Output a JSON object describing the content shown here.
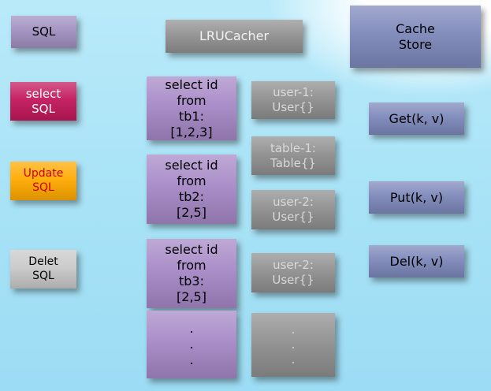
{
  "nodes": {
    "sql": "SQL",
    "lrucacher": "LRUCacher",
    "cache_store": "Cache\nStore",
    "select_sql": "select\nSQL",
    "update_sql": "Update\nSQL",
    "delete_sql": "Delet\nSQL",
    "query_tb1": "select id\nfrom\ntb1:\n[1,2,3]",
    "query_tb2": "select id\nfrom\ntb2:\n[2,5]",
    "query_tb3": "select id\nfrom\ntb3:\n[2,5]",
    "user_1": "user-1:\nUser{}",
    "table_1": "table-1:\nTable{}",
    "user_2": "user-2:\nUser{}",
    "user_2b": "user-2:\nUser{}",
    "get": "Get(k, v)",
    "put": "Put(k, v)",
    "del": "Del(k, v)",
    "ellipsis_purple": ".\n.\n.",
    "ellipsis_gray": ".\n.\n."
  },
  "colors": {
    "background_blue": "#a9e3f7",
    "lavender_box": "#a090c0",
    "magenta_box": "#c2185b",
    "orange_box": "#ffaa00",
    "silver_box": "#c9c9c9",
    "graydark_box": "#919191",
    "purple_box": "#a688c6",
    "gray_box": "#8f8f8f",
    "gray_box_text": "#d9d9d9",
    "blue_box": "#7d88ba",
    "update_text": "#cc0000"
  }
}
